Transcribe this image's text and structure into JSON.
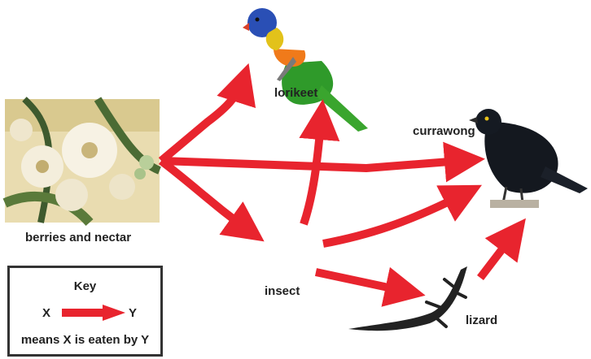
{
  "organisms": {
    "berries": "berries and nectar",
    "lorikeet": "lorikeet",
    "currawong": "currawong",
    "insect": "insect",
    "lizard": "lizard"
  },
  "key": {
    "title": "Key",
    "x": "X",
    "y": "Y",
    "caption": "means X is eaten by Y"
  },
  "links": [
    {
      "from": "berries and nectar",
      "to": "lorikeet"
    },
    {
      "from": "berries and nectar",
      "to": "currawong"
    },
    {
      "from": "berries and nectar",
      "to": "insect"
    },
    {
      "from": "insect",
      "to": "lorikeet"
    },
    {
      "from": "insect",
      "to": "currawong"
    },
    {
      "from": "insect",
      "to": "lizard"
    },
    {
      "from": "lizard",
      "to": "currawong"
    }
  ],
  "colors": {
    "arrow": "#e8242e",
    "text": "#222222"
  }
}
